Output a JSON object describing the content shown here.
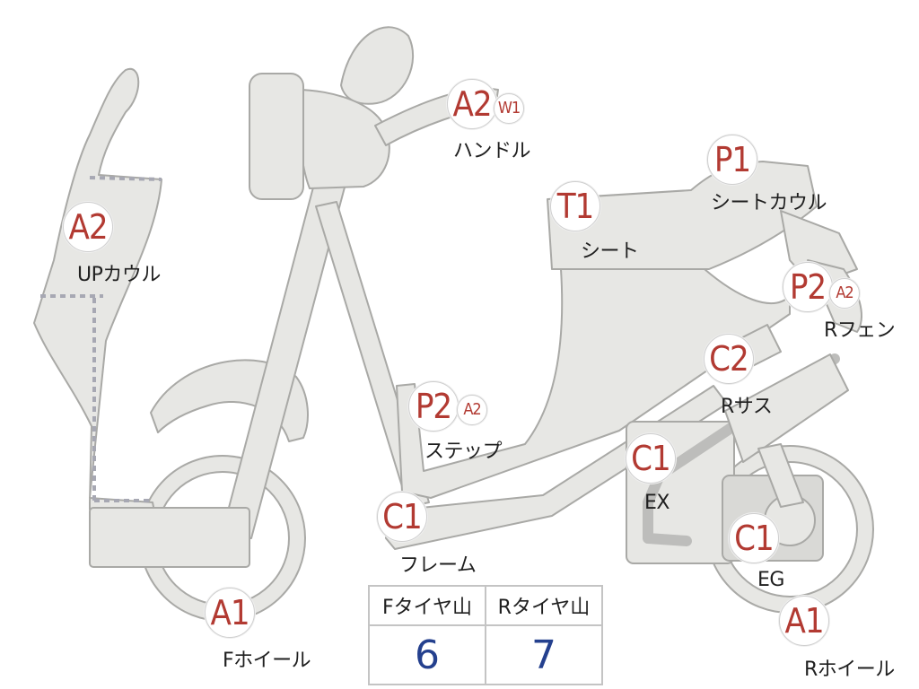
{
  "diagram": {
    "parts": [
      {
        "code": "A2",
        "code2": "W1",
        "label": "ハンドル"
      },
      {
        "code": "P1",
        "label": "シートカウル"
      },
      {
        "code": "T1",
        "label": "シート"
      },
      {
        "code": "A2",
        "label": "UPカウル"
      },
      {
        "code": "P2",
        "code2": "A2",
        "label": "Rフェン"
      },
      {
        "code": "C2",
        "label": "Rサス"
      },
      {
        "code": "P2",
        "code2": "A2",
        "label": "ステップ"
      },
      {
        "code": "C1",
        "label": "EX"
      },
      {
        "code": "C1",
        "label": "フレーム"
      },
      {
        "code": "C1",
        "label": "EG"
      },
      {
        "code": "A1",
        "label": "Fホイール"
      },
      {
        "code": "A1",
        "label": "Rホイール"
      }
    ],
    "tread_table": {
      "headers": [
        "Fタイヤ山",
        "Rタイヤ山"
      ],
      "values": [
        "6",
        "7"
      ]
    },
    "colors": {
      "part_fill": "#e7e7e4",
      "part_outline": "#a9a9a6",
      "code_text": "#b23a32",
      "value_text": "#24408e",
      "dashed_line": "#a7a8b3"
    }
  }
}
